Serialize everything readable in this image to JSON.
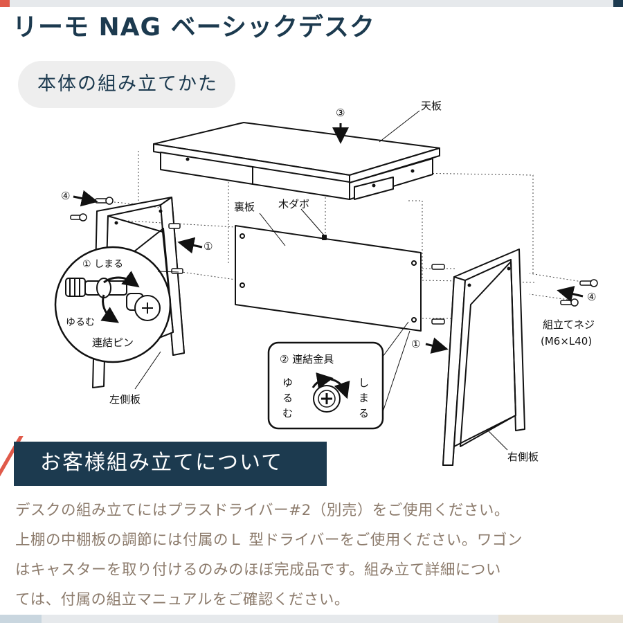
{
  "header": {
    "title": "リーモ NAG ベーシックデスク",
    "subtitle": "本体の組み立てかた"
  },
  "diagram": {
    "labels": {
      "top_board": "天板",
      "back_board": "裏板",
      "wood_dowel": "木ダボ",
      "left_side": "左側板",
      "right_side": "右側板",
      "screw": "組立てネジ",
      "screw_spec": "(M6×L40)"
    },
    "step_markers": {
      "step1": "①",
      "step2": "②",
      "step3": "③",
      "step4": "④"
    },
    "detail_pin": {
      "tighten": "① しまる",
      "loosen": "ゆるむ",
      "name": "連結ピン"
    },
    "detail_fitting": {
      "title": "② 連結金具",
      "loosen_1": "ゆ",
      "loosen_2": "る",
      "loosen_3": "む",
      "tighten_1": "し",
      "tighten_2": "ま",
      "tighten_3": "る"
    }
  },
  "section": {
    "title": "お客様組み立てについて"
  },
  "body": {
    "line1": "デスクの組み立てにはプラスドライバー#2（別売）をご使用ください。",
    "line2": "上棚の中棚板の調節には付属のＬ 型ドライバーをご使用ください。ワゴン",
    "line3": "はキャスターを取り付けるのみのほぼ完成品です。組み立て詳細につい",
    "line4": "ては、付属の組立マニュアルをご確認ください。"
  },
  "colors": {
    "navy": "#1c3a4f",
    "accent_red": "#e05a4a",
    "body_text": "#8c7b6c",
    "pill_bg": "#eeeeee"
  }
}
